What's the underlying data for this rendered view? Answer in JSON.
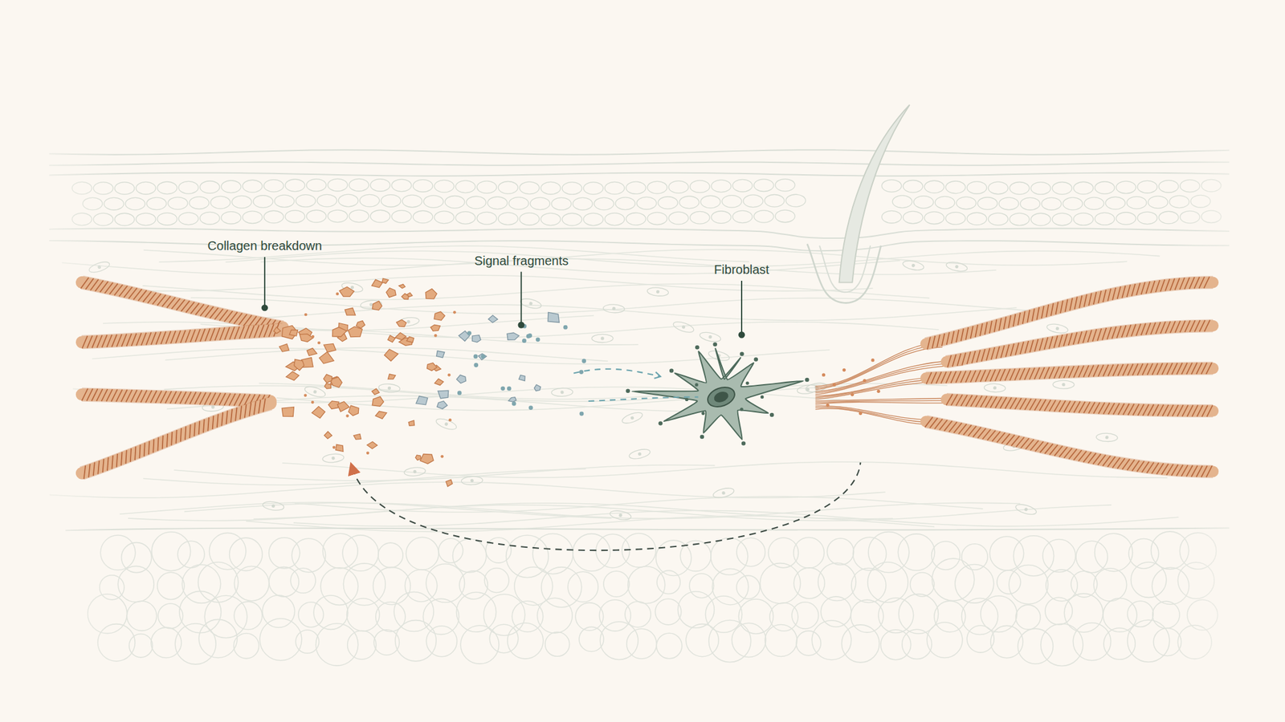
{
  "diagram": {
    "labels": [
      "Collagen breakdown",
      "Signal fragments",
      "Fibroblast"
    ]
  }
}
